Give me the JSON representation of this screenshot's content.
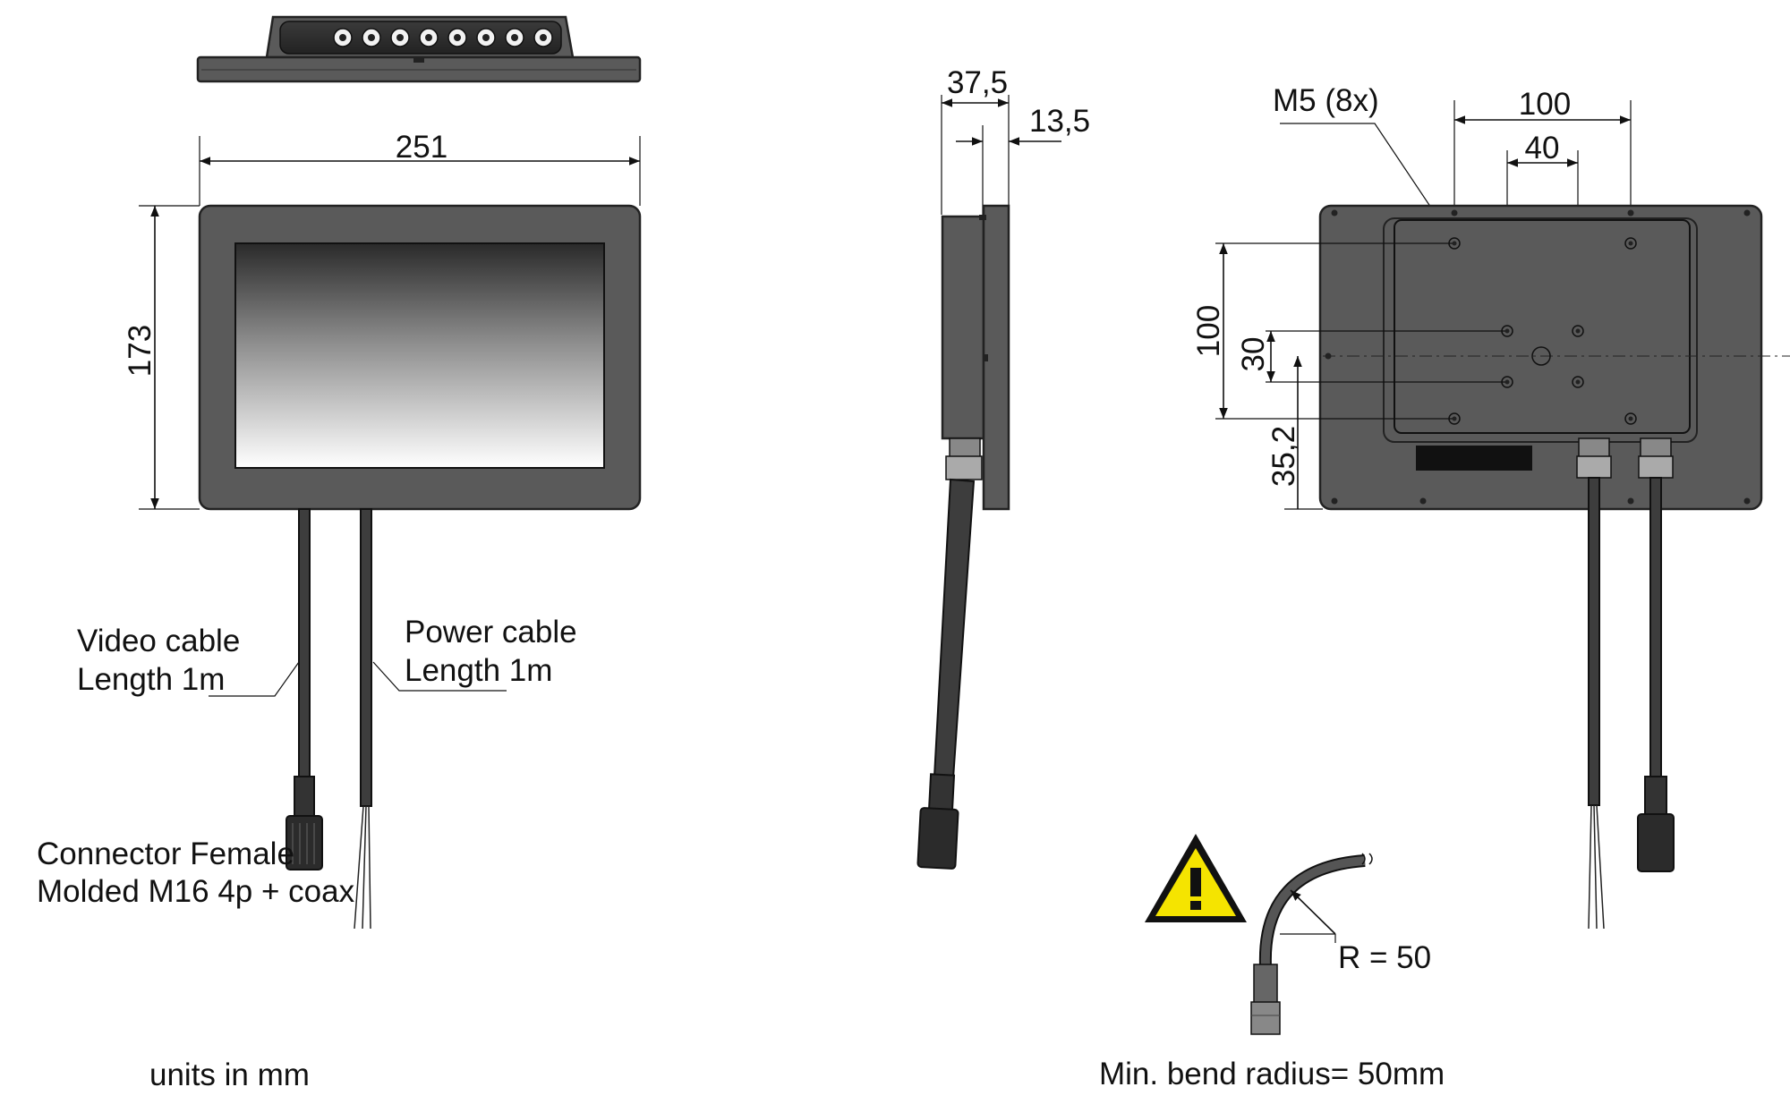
{
  "dimensions": {
    "width": "251",
    "height": "173",
    "depth_total": "37,5",
    "depth_front": "13,5",
    "vesa_outer": "100",
    "vesa_inner": "40",
    "vesa_outer_vertical": "100",
    "vesa_inner_vertical": "30",
    "offset_bottom": "35,2",
    "bend_radius": "R = 50"
  },
  "labels": {
    "screw": "M5 (8x)",
    "video_cable_line1": "Video cable",
    "video_cable_line2": "Length 1m",
    "power_cable_line1": "Power cable",
    "power_cable_line2": "Length 1m",
    "connector_line1": "Connector Female",
    "connector_line2": "Molded M16 4p + coax",
    "units_note": "units in mm",
    "bend_note": "Min. bend radius= 50mm"
  },
  "colors": {
    "housing": "#5a5a5a",
    "warning_yellow": "#f5e400",
    "line": "#111111"
  },
  "icons": [
    "keypad-button-icons",
    "warning-icon"
  ]
}
